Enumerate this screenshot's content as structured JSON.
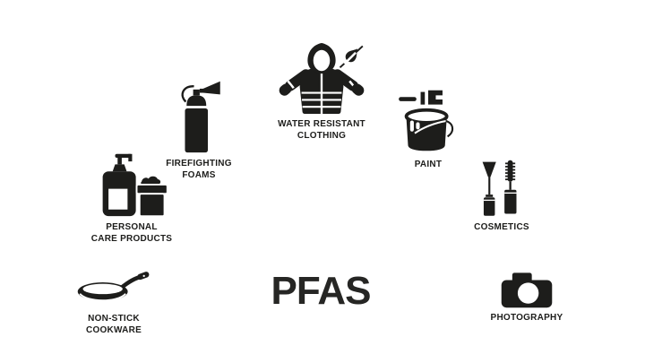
{
  "title": "PFAS",
  "colors": {
    "icon": "#1d1d1b",
    "label_text": "#1d1d1b",
    "title_text": "#262624",
    "background": "#ffffff"
  },
  "items": [
    {
      "id": "water-resistant-clothing",
      "label": "WATER RESISTANT\nCLOTHING",
      "icon": "water-resistant-jacket-icon"
    },
    {
      "id": "firefighting-foams",
      "label": "FIREFIGHTING\nFOAMS",
      "icon": "fire-extinguisher-icon"
    },
    {
      "id": "personal-care-products",
      "label": "PERSONAL\nCARE PRODUCTS",
      "icon": "pump-bottle-and-cream-jar-icon"
    },
    {
      "id": "paint",
      "label": "PAINT",
      "icon": "paint-can-and-brush-icon"
    },
    {
      "id": "cosmetics",
      "label": "COSMETICS",
      "icon": "eyeliner-and-mascara-icon"
    },
    {
      "id": "non-stick-cookware",
      "label": "NON-STICK\nCOOKWARE",
      "icon": "frying-pan-icon"
    },
    {
      "id": "photography",
      "label": "PHOTOGRAPHY",
      "icon": "camera-icon"
    }
  ]
}
